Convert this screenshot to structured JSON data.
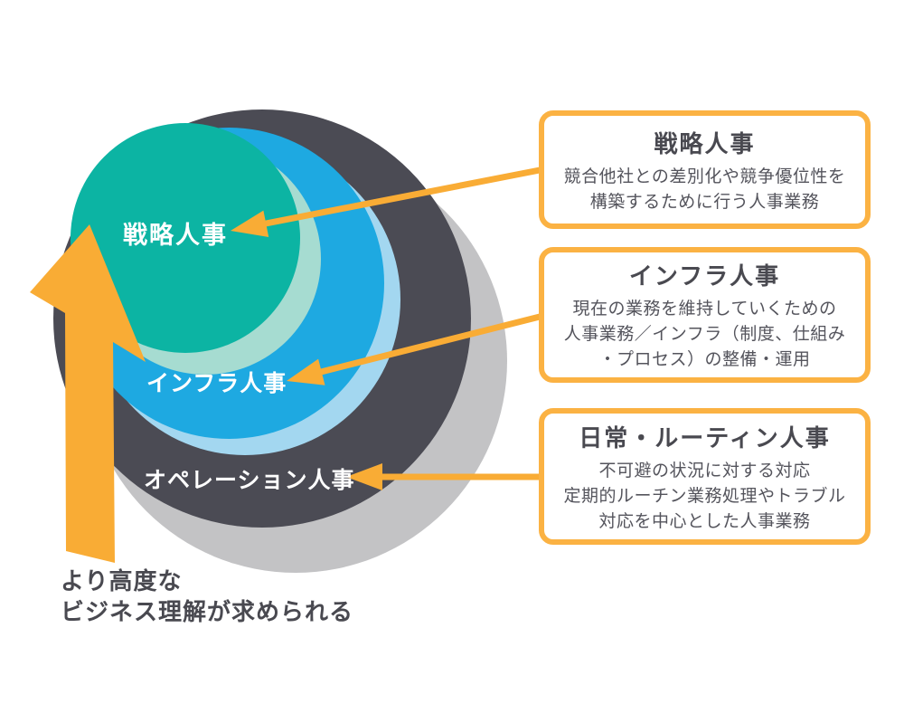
{
  "colors": {
    "teal": "#0cb4a3",
    "pale_teal": "#a6dcd1",
    "blue": "#1ea9e1",
    "pale_blue": "#a3d7f0",
    "dark_gray": "#4b4b54",
    "light_gray": "#c3c3c5",
    "orange": "#f9ac35",
    "callout_border": "#fbb243",
    "text_dark": "#494950",
    "text_body": "#54545c"
  },
  "circles": {
    "strategy_label": "戦略人事",
    "infra_label": "インフラ人事",
    "operation_label": "オペレーション人事"
  },
  "axis_note": "より高度な\nビジネス理解が求められる",
  "callouts": [
    {
      "title": "戦略人事",
      "body": "競合他社との差別化や競争優位性を\n構築するために行う人事業務"
    },
    {
      "title": "インフラ人事",
      "body": "現在の業務を維持していくための\n人事業務／インフラ（制度、仕組み\n・プロセス）の整備・運用"
    },
    {
      "title": "日常・ルーティン人事",
      "body": "不可避の状況に対する対応\n定期的ルーチン業務処理やトラブル\n対応を中心とした人事業務"
    }
  ]
}
